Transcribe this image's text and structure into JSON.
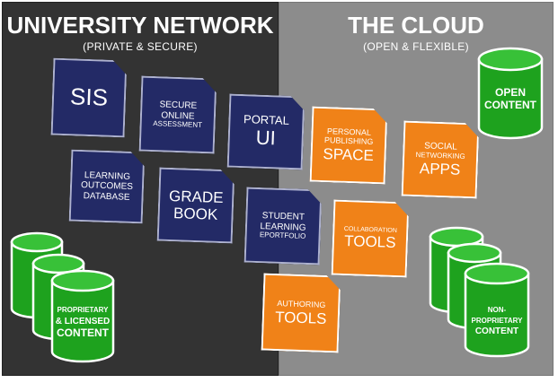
{
  "left": {
    "title": "UNIVERSITY NETWORK",
    "subtitle": "(PRIVATE & SECURE)"
  },
  "right": {
    "title": "THE CLOUD",
    "subtitle": "(OPEN & FLEXIBLE)"
  },
  "colors": {
    "left_bg": "#333333",
    "right_bg": "#8c8c8c",
    "navy": "#232a66",
    "orange": "#f08218",
    "green": "#1ea21e"
  },
  "tiles": {
    "sis": [
      "SIS"
    ],
    "secure": [
      "SECURE",
      "ONLINE",
      "ASSESSMENT"
    ],
    "portal": [
      "PORTAL",
      "UI"
    ],
    "learning": [
      "LEARNING",
      "OUTCOMES",
      "DATABASE"
    ],
    "grade": [
      "GRADE",
      "BOOK"
    ],
    "student": [
      "STUDENT",
      "LEARNING",
      "EPORTFOLIO"
    ],
    "personal": [
      "PERSONAL",
      "PUBLISHING",
      "SPACE"
    ],
    "social": [
      "SOCIAL",
      "NETWORKING",
      "APPS"
    ],
    "collab": [
      "COLLABORATION",
      "TOOLS"
    ],
    "authoring": [
      "AUTHORING",
      "TOOLS"
    ]
  },
  "cylinders": {
    "open": [
      "OPEN",
      "CONTENT"
    ],
    "proprietary": [
      "PROPRIETARY",
      "& LICENSED",
      "CONTENT"
    ],
    "nonprop": [
      "NON-PROPRIETARY",
      "CONTENT"
    ]
  }
}
